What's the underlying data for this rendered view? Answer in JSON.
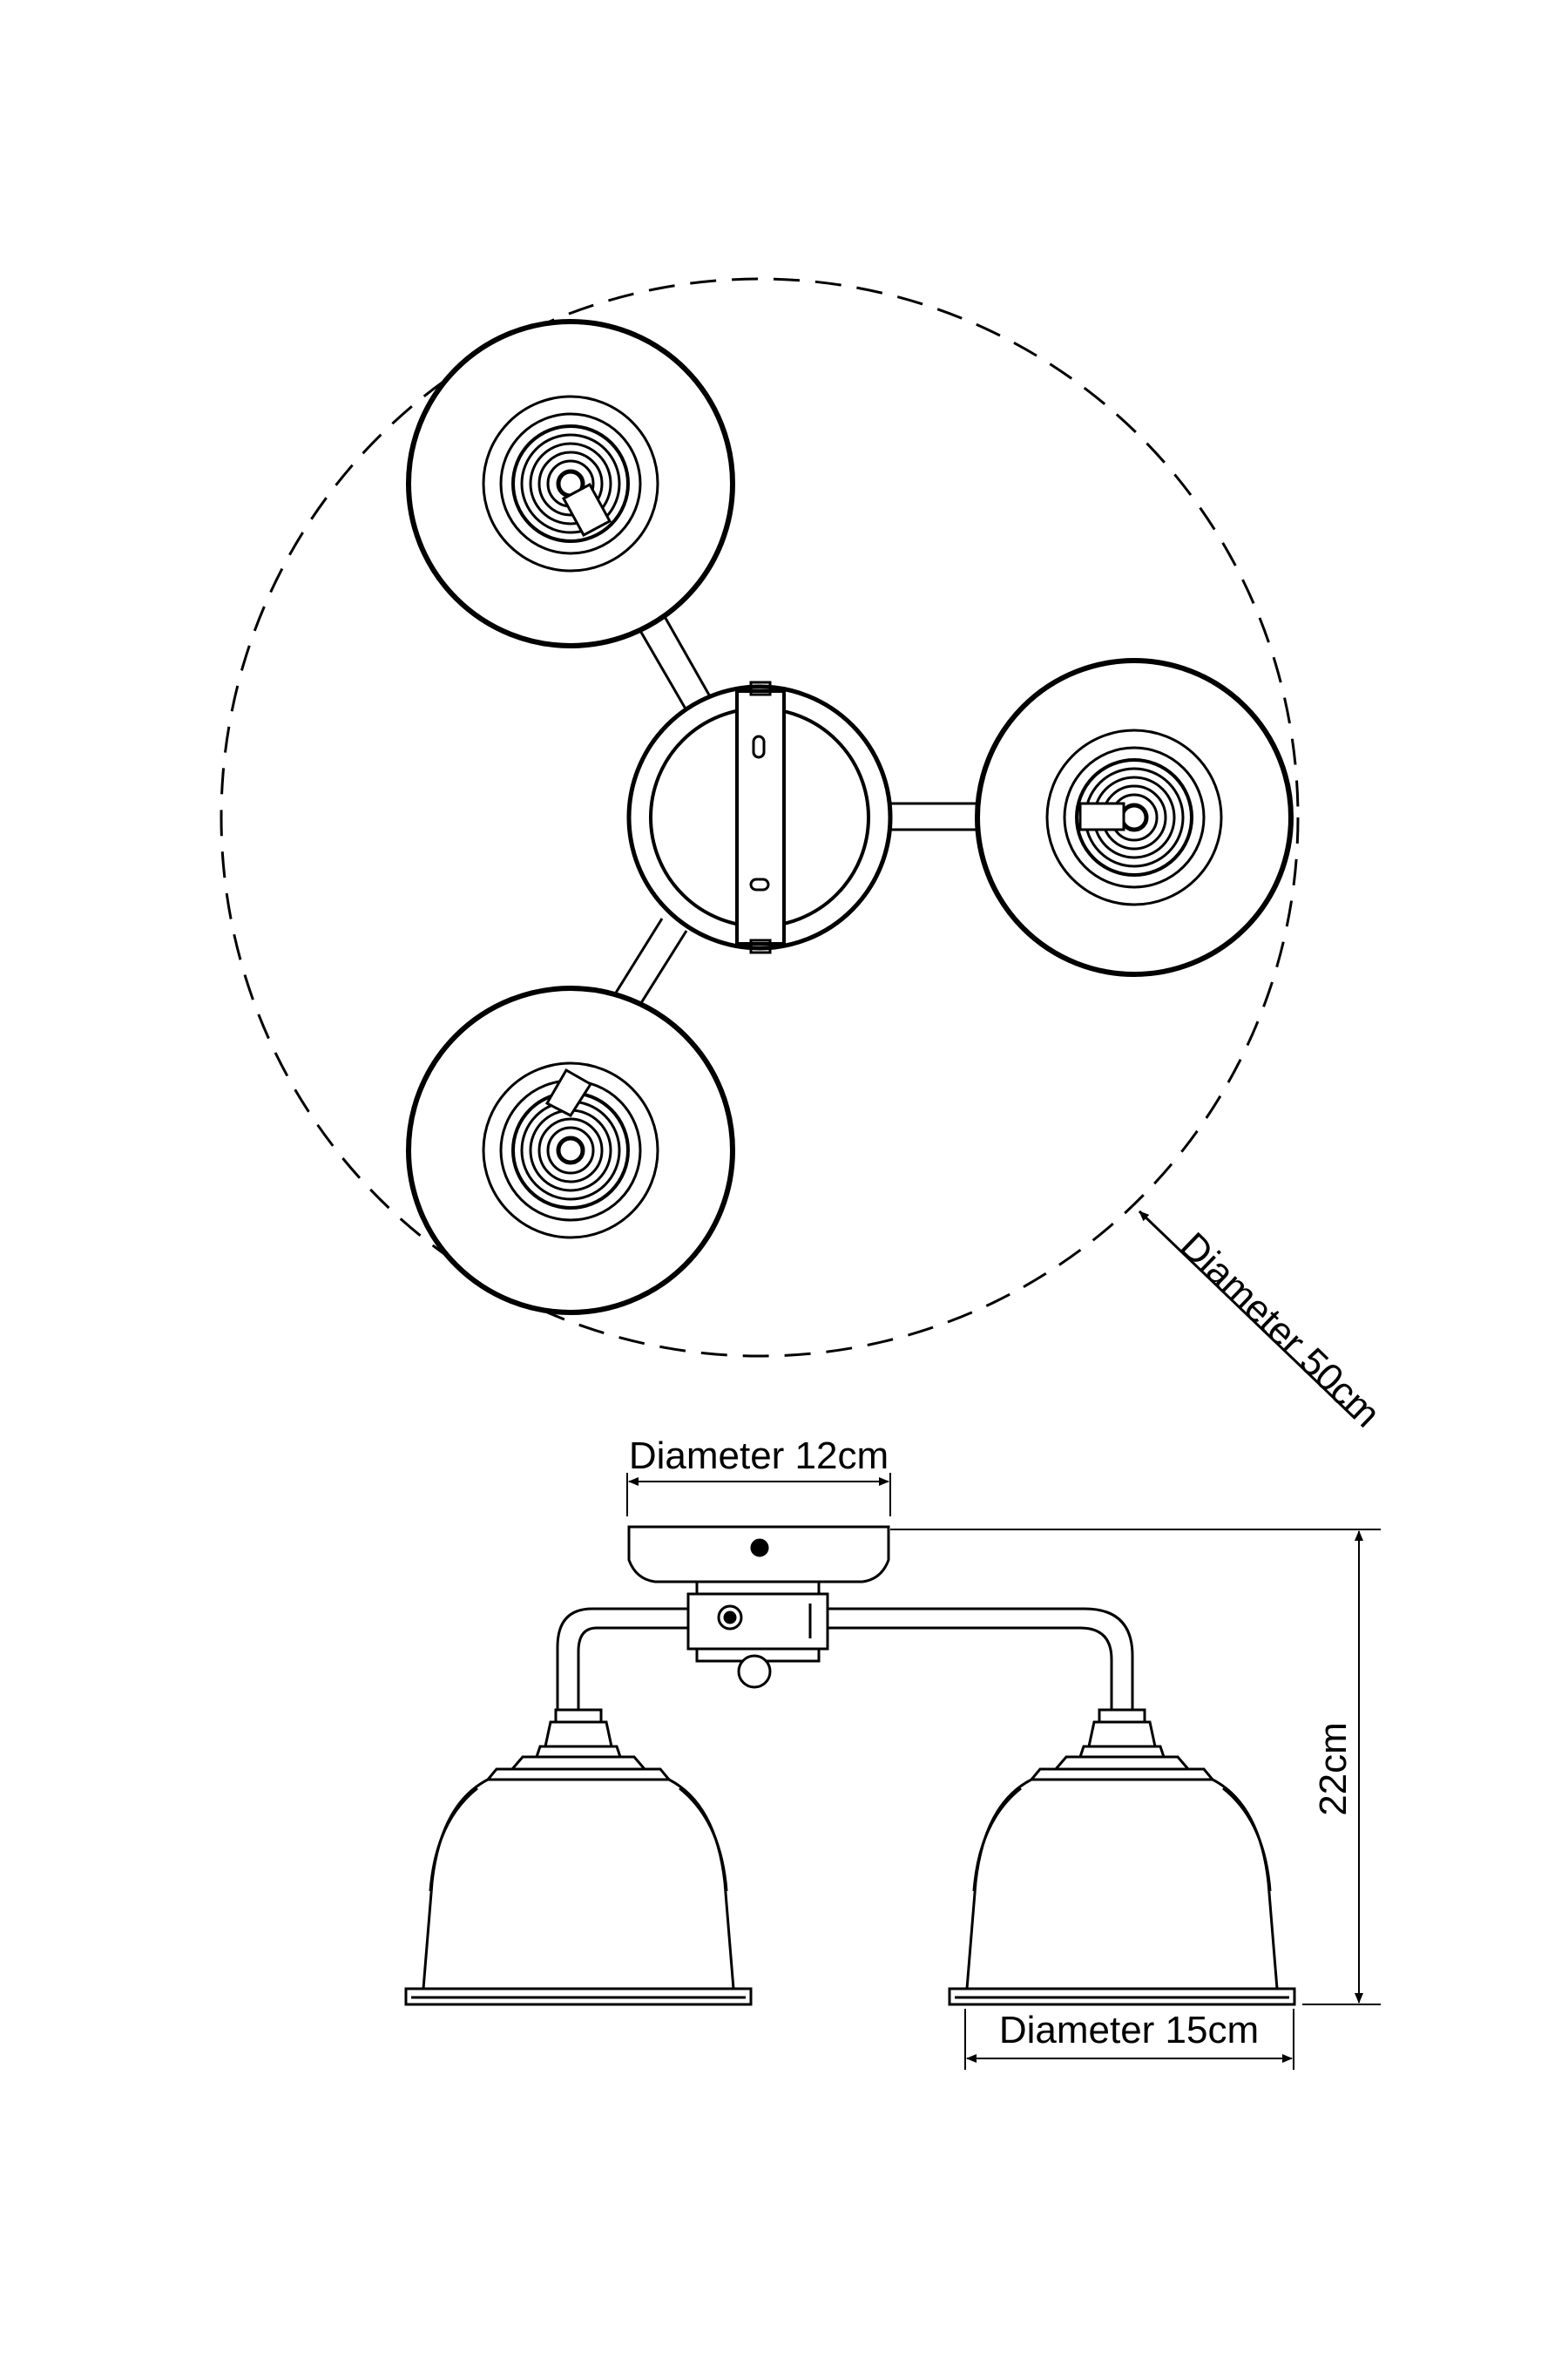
{
  "labels": {
    "overall_diameter": "Diameter 50cm",
    "canopy_diameter": "Diameter 12cm",
    "height": "22cm",
    "shade_diameter": "Diameter 15cm"
  }
}
